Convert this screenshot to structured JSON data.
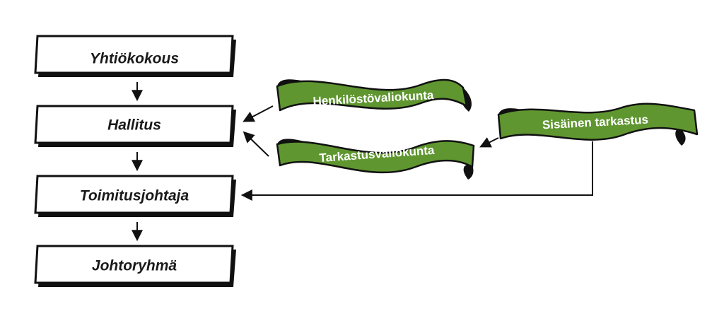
{
  "hierarchy": [
    {
      "id": "yhtiokokous",
      "label": "Yhtiökokous"
    },
    {
      "id": "hallitus",
      "label": "Hallitus"
    },
    {
      "id": "toimitusjohtaja",
      "label": "Toimitusjohtaja"
    },
    {
      "id": "johtoryhma",
      "label": "Johtoryhmä"
    }
  ],
  "committees": [
    {
      "id": "henkilostovaliokunta",
      "label": "Henkilöstövaliokunta"
    },
    {
      "id": "tarkastusvaliokunta",
      "label": "Tarkastusvaliokunta"
    }
  ],
  "audit": {
    "id": "sisainen-tarkastus",
    "label": "Sisäinen tarkastus"
  },
  "colors": {
    "ribbon_fill": "#5f9630",
    "ribbon_stroke": "#111111",
    "box_stroke": "#111111",
    "box_shadow": "#111111",
    "text_dark": "#1a1a1a",
    "text_light": "#ffffff"
  }
}
